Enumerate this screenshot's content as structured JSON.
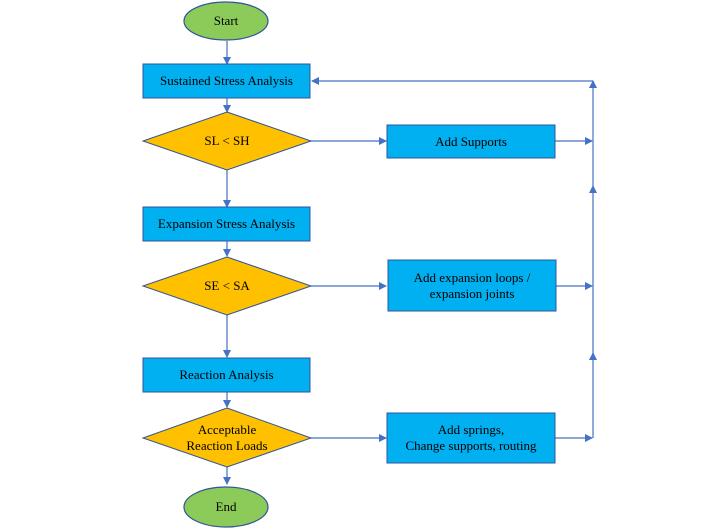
{
  "colors": {
    "process_fill": "#00B0F0",
    "process_stroke": "#2F5597",
    "decision_fill": "#FFC000",
    "decision_stroke": "#2F5597",
    "terminal_fill": "#8CCB5A",
    "terminal_stroke": "#2F5597",
    "connector": "#4472C4"
  },
  "nodes": {
    "start": {
      "label": "Start"
    },
    "sustained": {
      "label": "Sustained Stress Analysis"
    },
    "sl_sh": {
      "label": "SL < SH"
    },
    "add_supports": {
      "label": "Add Supports"
    },
    "expansion": {
      "label": "Expansion Stress Analysis"
    },
    "se_sa": {
      "label": "SE < SA"
    },
    "add_loops": {
      "line1": "Add expansion loops /",
      "line2": "expansion joints"
    },
    "reaction": {
      "label": "Reaction Analysis"
    },
    "acceptable": {
      "line1": "Acceptable",
      "line2": "Reaction Loads"
    },
    "add_springs": {
      "line1": "Add springs,",
      "line2": "Change supports, routing"
    },
    "end": {
      "label": "End"
    }
  }
}
